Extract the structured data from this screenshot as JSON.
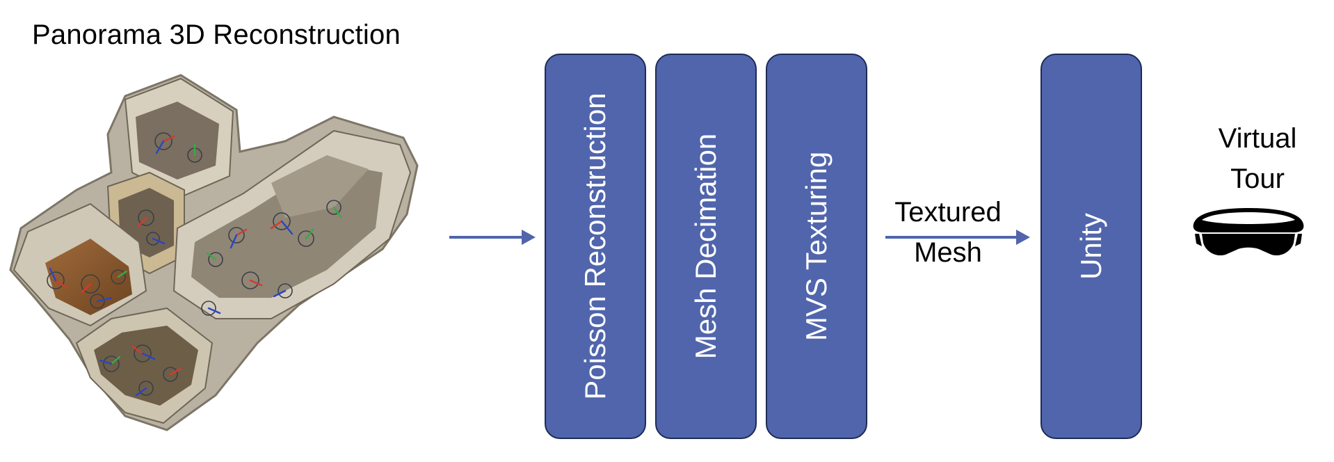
{
  "title": "Panorama 3D Reconstruction",
  "stages": [
    {
      "label": "Poisson Reconstruction"
    },
    {
      "label": "Mesh Decimation"
    },
    {
      "label": "MVS Texturing"
    }
  ],
  "intermediate_label": {
    "line1": "Textured",
    "line2": "Mesh"
  },
  "engine": {
    "label": "Unity"
  },
  "output_label": {
    "line1": "Virtual",
    "line2": "Tour"
  },
  "icons": [
    "point-cloud-reconstruction-image",
    "arrow-right-icon",
    "vr-headset-icon"
  ],
  "colors": {
    "box_fill": "#5065ac",
    "box_border": "#1d2b55",
    "arrow": "#5065ac",
    "text": "#000000",
    "box_text": "#ffffff"
  }
}
